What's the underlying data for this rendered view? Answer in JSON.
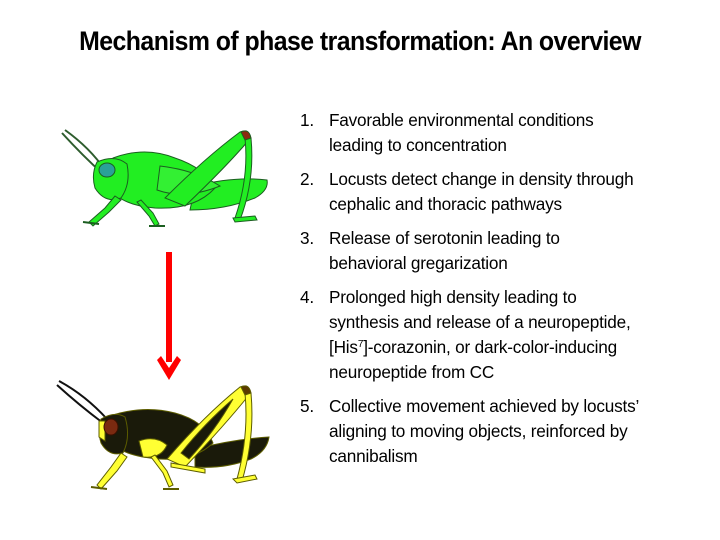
{
  "slide": {
    "title": "Mechanism of phase transformation: An overview",
    "images": {
      "top": {
        "label": "solitary-locust",
        "color": "#00ff00"
      },
      "arrow": {
        "label": "transformation-arrow",
        "color": "#ff0000"
      },
      "bottom": {
        "label": "gregarious-locust",
        "color_body": "#1a1a0a",
        "color_limbs": "#ffff33"
      }
    },
    "points": [
      {
        "num": "1.",
        "lines": [
          "Favorable environmental conditions",
          "leading to concentration"
        ]
      },
      {
        "num": "2.",
        "lines": [
          "Locusts detect change in density through",
          "cephalic and thoracic pathways"
        ]
      },
      {
        "num": "3.",
        "lines": [
          "Release of serotonin leading to",
          "behavioral gregarization"
        ]
      },
      {
        "num": "4.",
        "lines": [
          "Prolonged high density leading to",
          "synthesis and release of a neuropeptide,"
        ],
        "line3_pre": "[His",
        "line3_sup": "7",
        "line3_post": "]-corazonin, or dark-color-inducing",
        "line4": "neuropeptide from CC"
      },
      {
        "num": "5.",
        "lines": [
          "Collective movement achieved by locusts’",
          "aligning to moving objects, reinforced by",
          "cannibalism"
        ]
      }
    ]
  }
}
